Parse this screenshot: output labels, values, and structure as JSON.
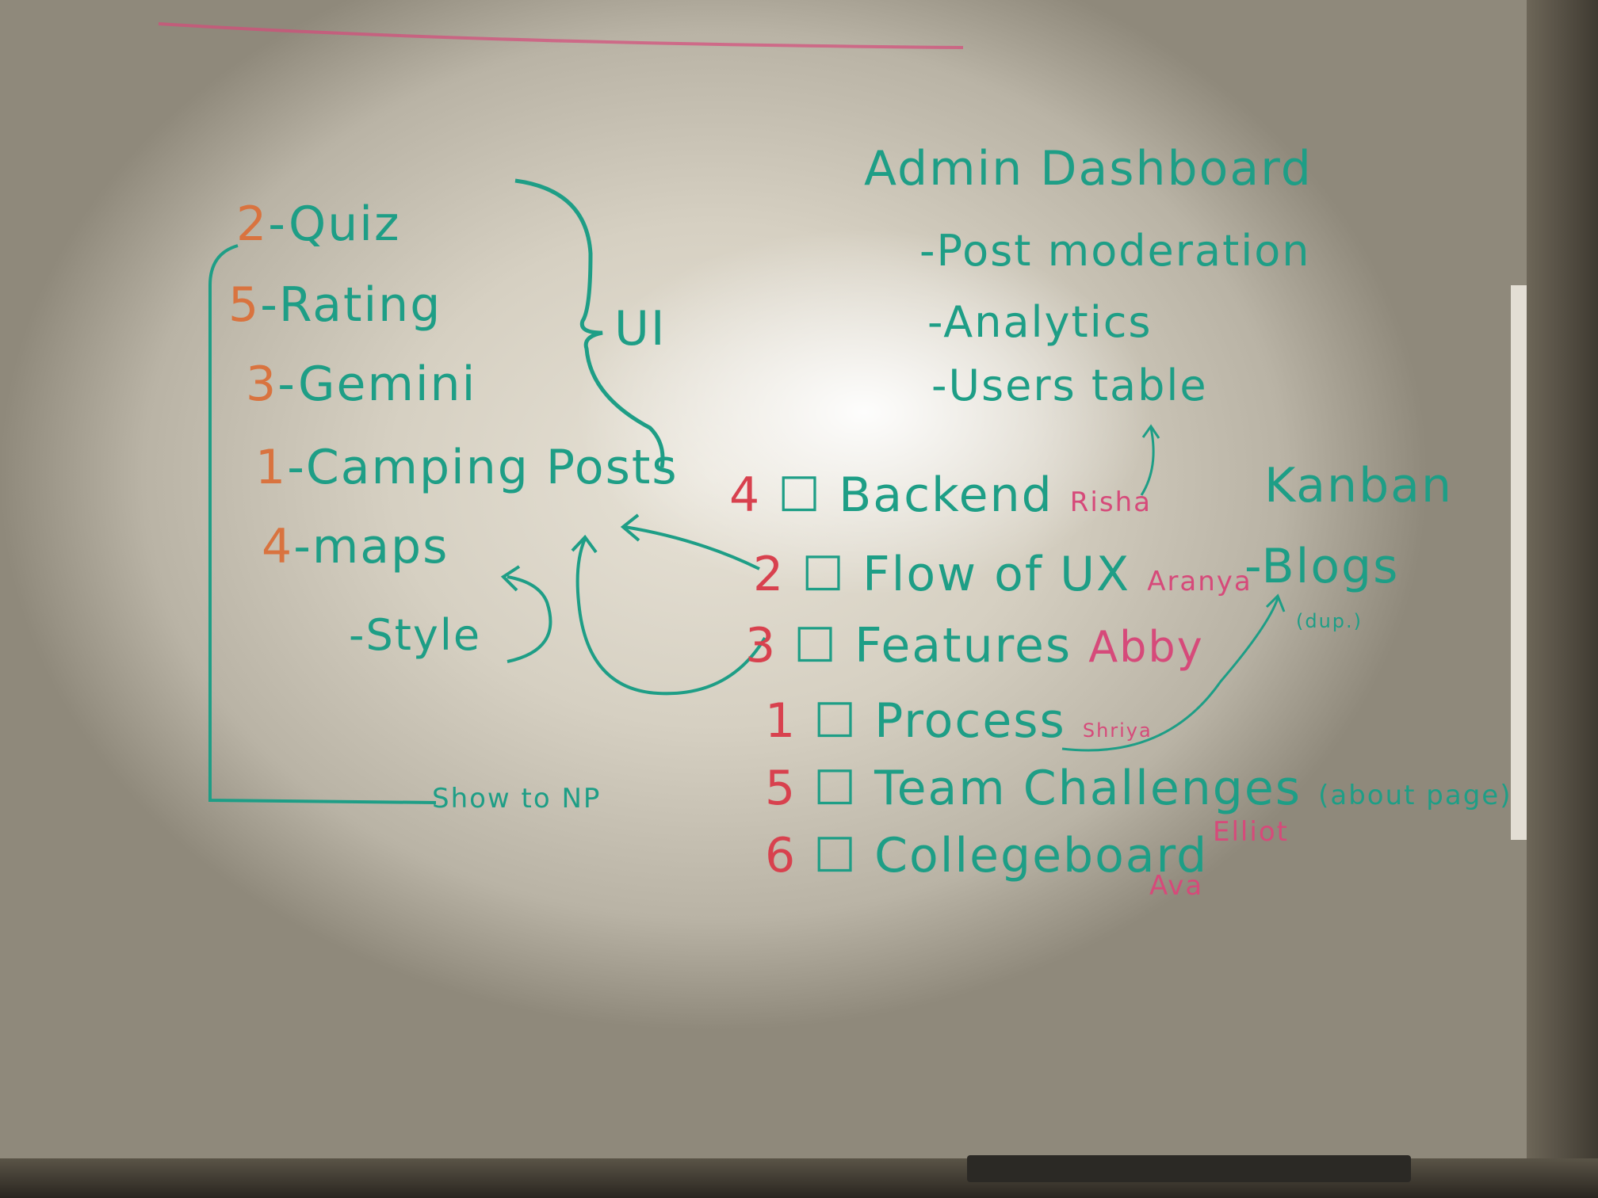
{
  "left_list": {
    "items": [
      {
        "number": "2",
        "text": "-Quiz"
      },
      {
        "number": "5",
        "text": "-Rating"
      },
      {
        "number": "3",
        "text": "-Gemini"
      },
      {
        "number": "1",
        "text": "-Camping Posts"
      },
      {
        "number": "4",
        "text": "-maps"
      }
    ],
    "sub_item": "-Style",
    "brace_label": "UI",
    "footer": "Show to NP"
  },
  "admin": {
    "title": "Admin Dashboard",
    "items": [
      "-Post moderation",
      "-Analytics",
      "-Users table"
    ]
  },
  "kanban": {
    "title": "Kanban",
    "sub": "-Blogs",
    "note": "(dup.)"
  },
  "tasks": [
    {
      "number": "4",
      "text": "Backend",
      "owner": "Risha"
    },
    {
      "number": "2",
      "text": "Flow of UX",
      "owner": "Aranya"
    },
    {
      "number": "3",
      "text": "Features",
      "owner": "Abby"
    },
    {
      "number": "1",
      "text": "Process",
      "owner": "Shriya"
    },
    {
      "number": "5",
      "text": "Team Challenges",
      "owner": "Elliot",
      "note": "(about page)"
    },
    {
      "number": "6",
      "text": "Collegeboard",
      "owner": "Ava"
    }
  ],
  "checkbox_glyph": "☐",
  "colors": {
    "teal": "#1e9e86",
    "orange": "#d9733f",
    "red": "#d8414e",
    "pink": "#d64a7a",
    "board": "#e7e2d6"
  }
}
